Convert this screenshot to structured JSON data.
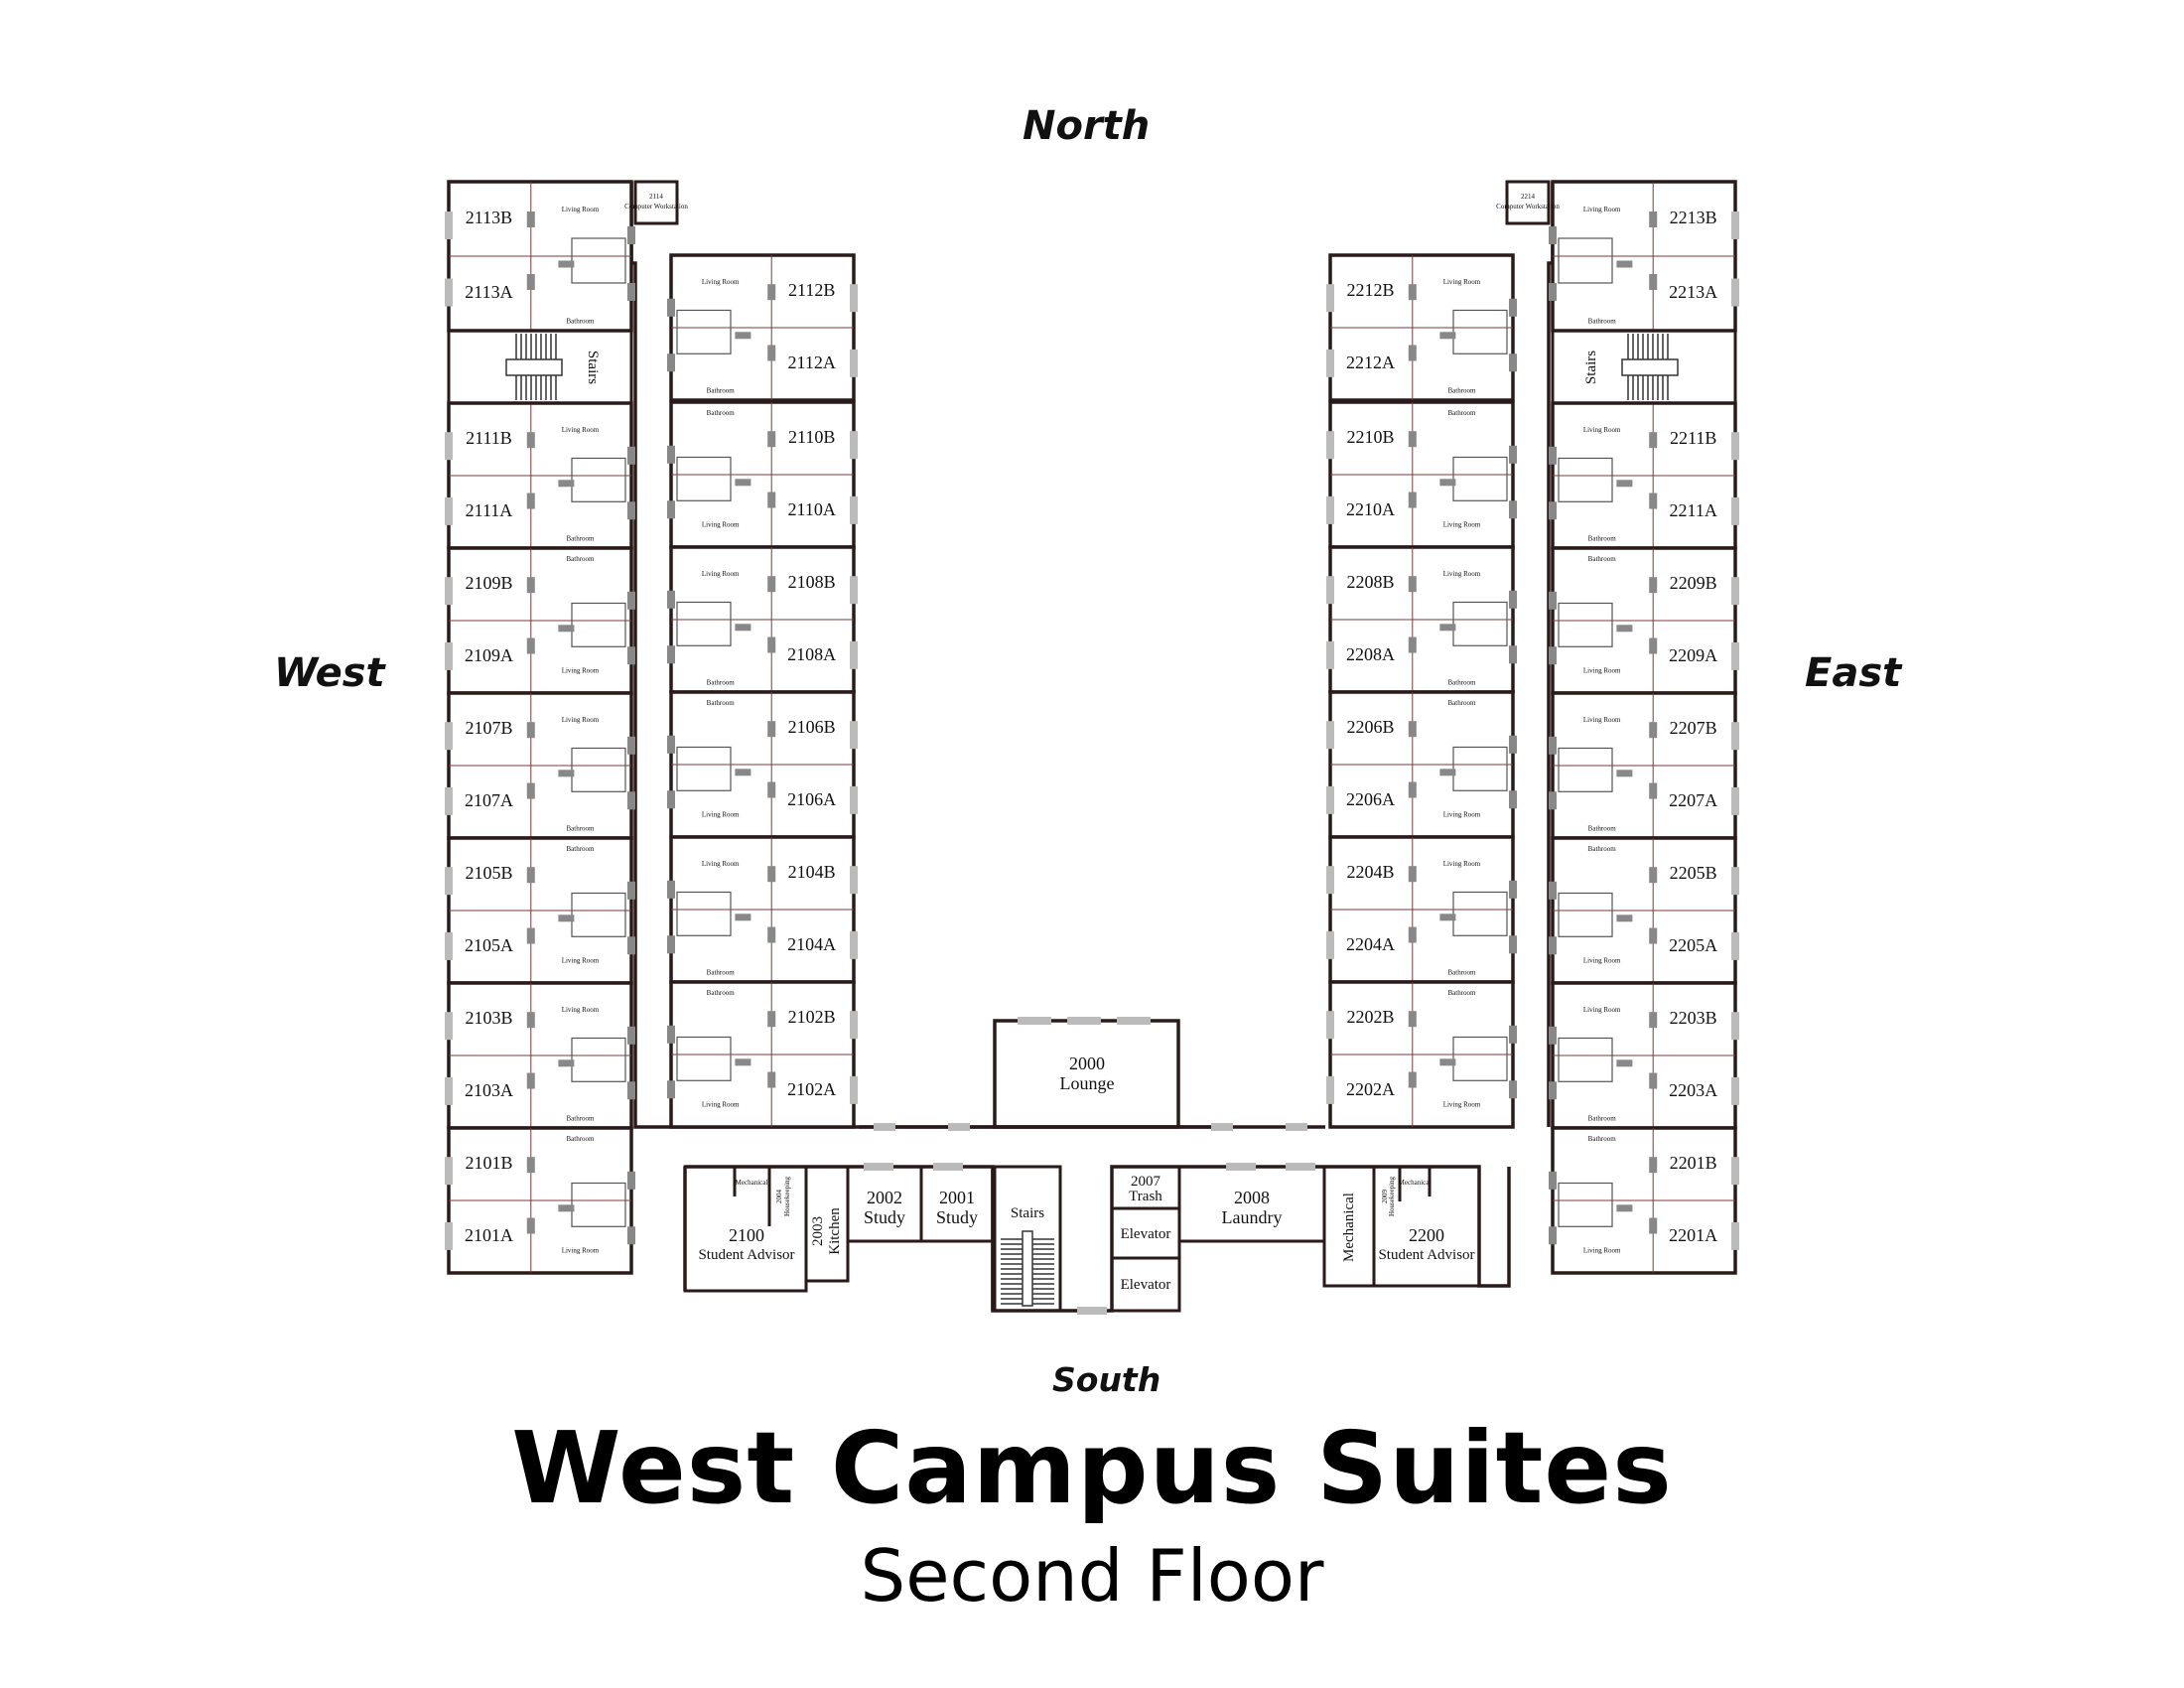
{
  "title": "West Campus Suites",
  "subtitle": "Second Floor",
  "compass": {
    "north": "North",
    "south": "South",
    "east": "East",
    "west": "West"
  },
  "labels": {
    "living": "Living Room",
    "bath": "Bathroom",
    "stairs": "Stairs"
  },
  "wings": [
    {
      "id": "west-outer",
      "rows": [
        [
          "2113B",
          "2113A",
          1
        ],
        [
          "2111B",
          "2111A",
          1
        ],
        [
          "2109B",
          "2109A",
          0
        ],
        [
          "2107B",
          "2107A",
          1
        ],
        [
          "2105B",
          "2105A",
          0
        ],
        [
          "2103B",
          "2103A",
          1
        ],
        [
          "2101B",
          "2101A",
          0
        ]
      ]
    },
    {
      "id": "west-inner",
      "rows": [
        [
          "2112B",
          "2112A",
          1
        ],
        [
          "2110B",
          "2110A",
          0
        ],
        [
          "2108B",
          "2108A",
          1
        ],
        [
          "2106B",
          "2106A",
          0
        ],
        [
          "2104B",
          "2104A",
          1
        ],
        [
          "2102B",
          "2102A",
          0
        ]
      ]
    },
    {
      "id": "east-inner",
      "rows": [
        [
          "2212B",
          "2212A",
          1
        ],
        [
          "2210B",
          "2210A",
          0
        ],
        [
          "2208B",
          "2208A",
          1
        ],
        [
          "2206B",
          "2206A",
          0
        ],
        [
          "2204B",
          "2204A",
          1
        ],
        [
          "2202B",
          "2202A",
          0
        ]
      ]
    },
    {
      "id": "east-outer",
      "rows": [
        [
          "2213B",
          "2213A",
          1
        ],
        [
          "2211B",
          "2211A",
          1
        ],
        [
          "2209B",
          "2209A",
          0
        ],
        [
          "2207B",
          "2207A",
          1
        ],
        [
          "2205B",
          "2205A",
          0
        ],
        [
          "2203B",
          "2203A",
          1
        ],
        [
          "2201B",
          "2201A",
          0
        ]
      ]
    }
  ],
  "rooms": {
    "r2114": {
      "num": "2114",
      "name": "Computer Workstation"
    },
    "r2214": {
      "num": "2214",
      "name": "Computer Workstation"
    },
    "r2000": {
      "num": "2000",
      "name": "Lounge"
    },
    "r2100": {
      "num": "2100",
      "name": "Student Advisor"
    },
    "r2200": {
      "num": "2200",
      "name": "Student Advisor"
    },
    "r2001": {
      "num": "2001",
      "name": "Study"
    },
    "r2002": {
      "num": "2002",
      "name": "Study"
    },
    "r2003": {
      "num": "2003",
      "name": "Kitchen"
    },
    "r2004": {
      "num": "2004",
      "name": "Housekeeping"
    },
    "r2007": {
      "num": "2007",
      "name": "Trash"
    },
    "r2008": {
      "num": "2008",
      "name": "Laundry"
    },
    "r2009": {
      "num": "2009",
      "name": "Housekeeping"
    },
    "mech": {
      "name": "Mechanical"
    },
    "elev1": {
      "name": "Elevator"
    },
    "elev2": {
      "name": "Elevator"
    },
    "mechSmall1": {
      "name": "Mechanical"
    },
    "mechSmall2": {
      "name": "Mechanical"
    }
  }
}
